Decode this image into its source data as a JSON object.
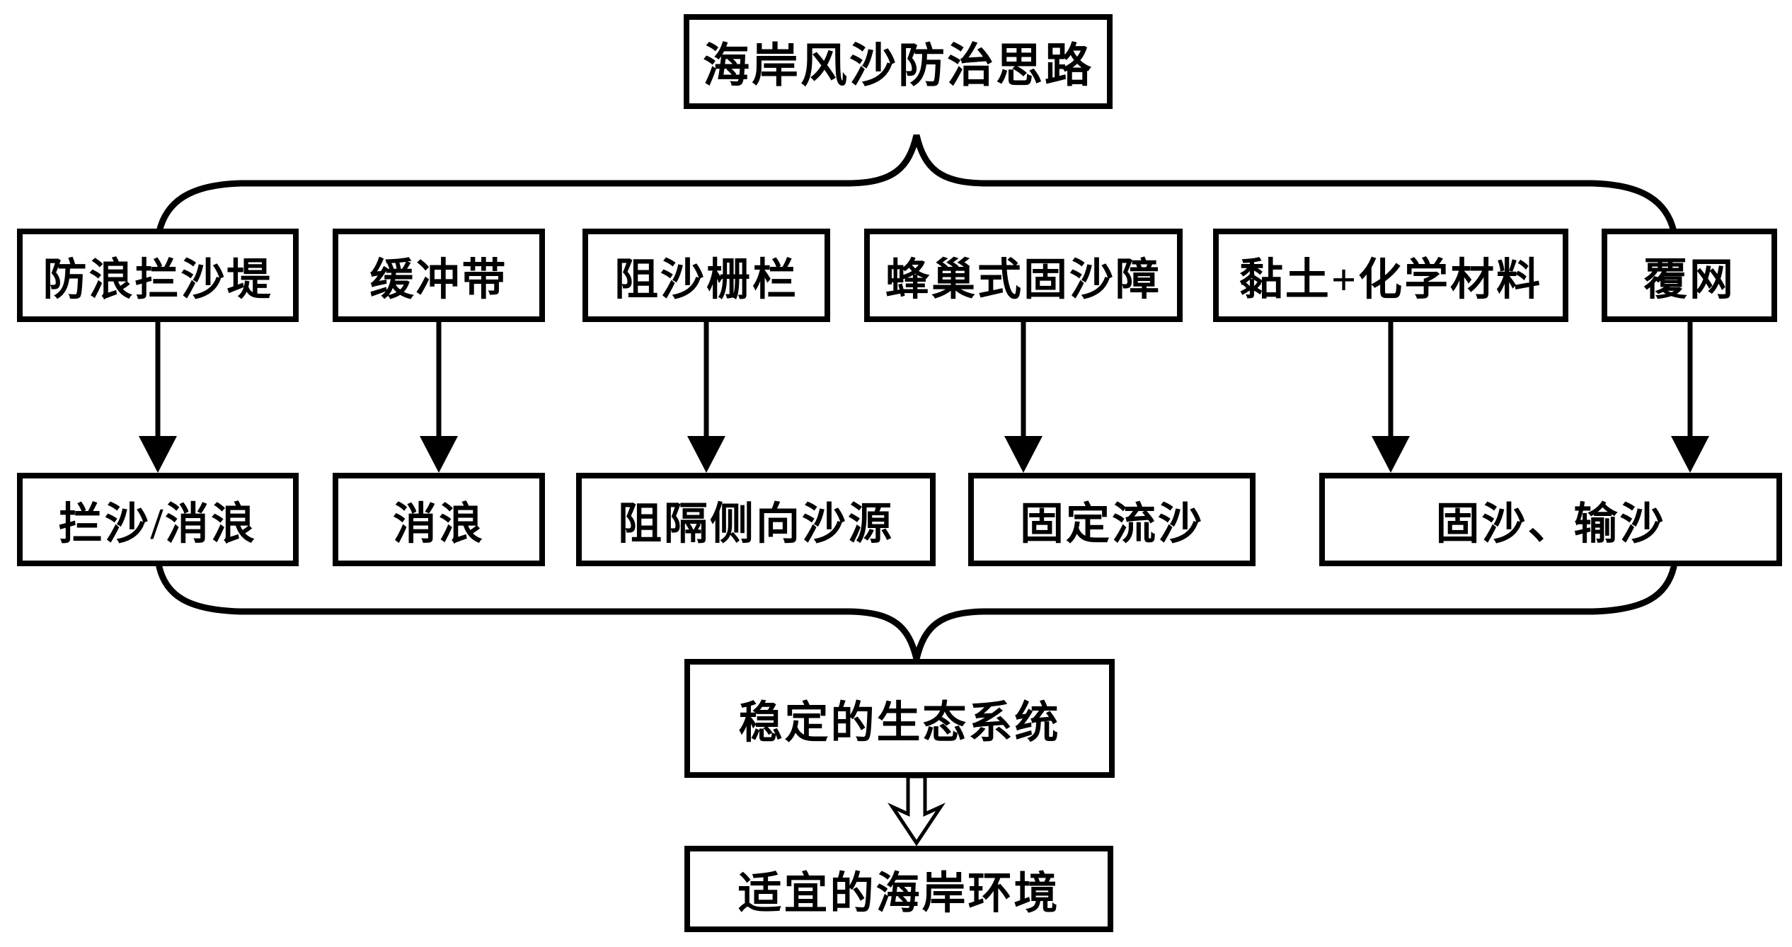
{
  "diagram": {
    "title": "海岸风沙防治思路",
    "measures": [
      {
        "label": "防浪拦沙堤"
      },
      {
        "label": "缓冲带"
      },
      {
        "label": "阻沙栅栏"
      },
      {
        "label": "蜂巢式固沙障"
      },
      {
        "label": "黏土+化学材料"
      },
      {
        "label": "覆网"
      }
    ],
    "functions": [
      {
        "label": "拦沙/消浪"
      },
      {
        "label": "消浪"
      },
      {
        "label": "阻隔侧向沙源"
      },
      {
        "label": "固定流沙"
      },
      {
        "label": "固沙、输沙"
      }
    ],
    "outcome": "稳定的生态系统",
    "goal": "适宜的海岸环境",
    "colors": {
      "line": "#000000",
      "background": "#ffffff"
    }
  }
}
